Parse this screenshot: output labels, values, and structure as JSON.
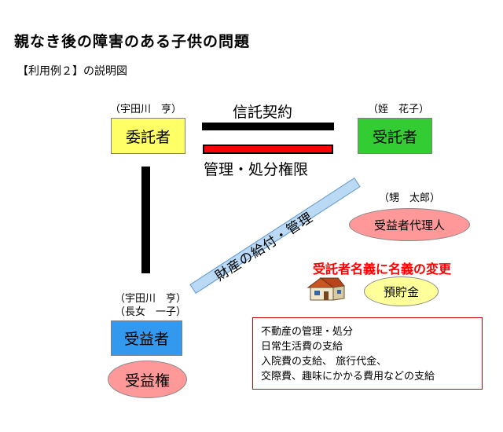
{
  "title": "親なき後の障害のある子供の問題",
  "subtitle": "【利用例２】の説明図",
  "settlor": {
    "name_label": "（宇田川　亨）",
    "role": "委託者"
  },
  "trustee": {
    "name_label": "（姪　花子）",
    "role": "受託者"
  },
  "contract_label": "信託契約",
  "authority_label": "管理・処分権限",
  "agent": {
    "name_label": "（甥　太郎）",
    "role": "受益者代理人"
  },
  "transfer_label": "受託者名義に名義の変更",
  "deposit_label": "預貯金",
  "diagonal_label": "財産の給付・管理",
  "beneficiary": {
    "name_line1": "（宇田川　亨）",
    "name_line2": "（長女　一子）",
    "role": "受益者",
    "right": "受益権"
  },
  "list_items": [
    "不動産の管理・処分",
    "日常生活費の支給",
    "入院費の支給、 旅行代金、",
    "交際費、趣味にかかる費用などの支給"
  ],
  "colors": {
    "settlor": "#ffff66",
    "trustee": "#33cc33",
    "beneficiary": "#3399ee",
    "contract_bar": "#000000",
    "authority_bar": "#ff0000",
    "agent": "#ff9999",
    "deposit": "#ffff99",
    "transfer_text": "#ff0000"
  },
  "icons": {
    "house": "house-icon"
  }
}
